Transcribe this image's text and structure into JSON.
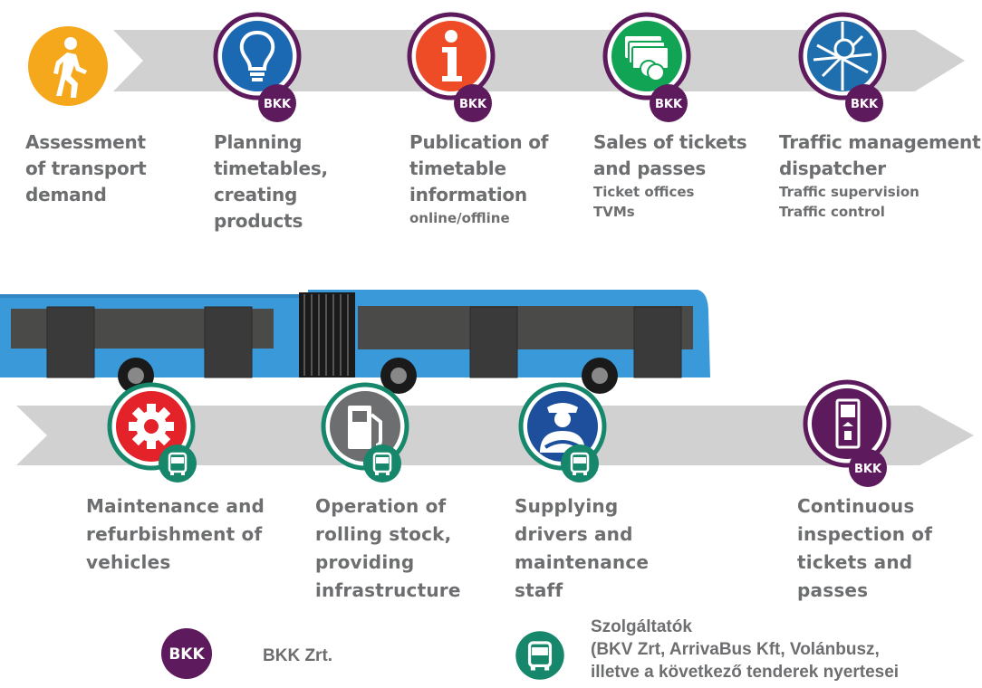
{
  "top_stages": [
    {
      "title_lines": [
        "Assessment",
        "of transport",
        "demand"
      ],
      "sub_lines": [],
      "icon": "pedestrian-icon",
      "badge": "",
      "color": "#f6a81c"
    },
    {
      "title_lines": [
        "Planning",
        "timetables,",
        "creating",
        "products"
      ],
      "sub_lines": [],
      "icon": "lightbulb-icon",
      "badge": "BKK",
      "color": "#1c69b3"
    },
    {
      "title_lines": [
        "Publication of",
        "timetable",
        "information"
      ],
      "sub_lines": [
        "online/offline"
      ],
      "icon": "info-icon",
      "badge": "BKK",
      "color": "#ee4c26"
    },
    {
      "title_lines": [
        "Sales of tickets",
        "and passes"
      ],
      "sub_lines": [
        "Ticket offices",
        "TVMs"
      ],
      "icon": "money-icon",
      "badge": "BKK",
      "color": "#11a454"
    },
    {
      "title_lines": [
        "Traffic management",
        "dispatcher"
      ],
      "sub_lines": [
        "Traffic supervision",
        "Traffic control"
      ],
      "icon": "map-icon",
      "badge": "BKK",
      "color": "#1f6fae"
    }
  ],
  "bottom_stages": [
    {
      "title_lines": [
        "Maintenance and",
        "refurbishment of",
        "vehicles"
      ],
      "icon": "gear-icon",
      "badge_icon": "bus-icon",
      "color": "#e42229"
    },
    {
      "title_lines": [
        "Operation of",
        "rolling stock,",
        "providing",
        "infrastructure"
      ],
      "icon": "fuel-pump-icon",
      "badge_icon": "bus-icon",
      "color": "#6d6e70"
    },
    {
      "title_lines": [
        "Supplying",
        "drivers and",
        "maintenance",
        "staff"
      ],
      "icon": "driver-icon",
      "badge_icon": "bus-icon",
      "color": "#1d4f9c"
    },
    {
      "title_lines": [
        "Continuous",
        "inspection of",
        "tickets and",
        "passes"
      ],
      "icon": "validator-icon",
      "badge": "BKK",
      "color": "#5d1a5c"
    }
  ],
  "legend": {
    "bkk_badge": "BKK",
    "bkk_label": "BKK Zrt.",
    "providers_lines": [
      "Szolgáltatók",
      "(BKV Zrt, ArrivaBus Kft, Volánbusz,",
      "illetve a következő tenderek nyertesei"
    ]
  },
  "colors": {
    "purple": "#5d1a5c",
    "teal": "#16876a",
    "arrow_gray": "#cfcfcf",
    "text_gray": "#6d6e70",
    "bus_blue": "#3a9ad9"
  }
}
